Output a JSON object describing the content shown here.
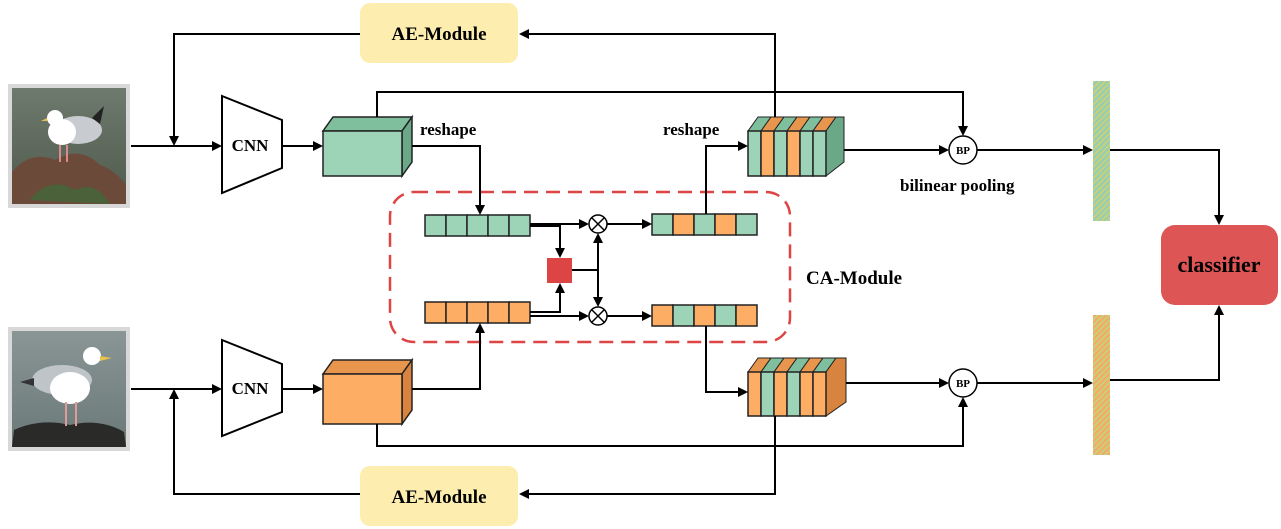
{
  "labels": {
    "ae_module_top": "AE-Module",
    "ae_module_bottom": "AE-Module",
    "cnn_top": "CNN",
    "cnn_bottom": "CNN",
    "reshape_left": "reshape",
    "reshape_right": "reshape",
    "ca_module": "CA-Module",
    "bilinear_pooling": "bilinear pooling",
    "bp_top": "BP",
    "bp_bottom": "BP",
    "classifier": "classifier"
  },
  "colors": {
    "green_feature": "#9dd3b6",
    "orange_feature": "#fdad64",
    "ae_module_fill": "#fdeeb0",
    "classifier_fill": "#dd5555",
    "attention_square": "#dd4444",
    "ca_border": "#dd4444"
  }
}
